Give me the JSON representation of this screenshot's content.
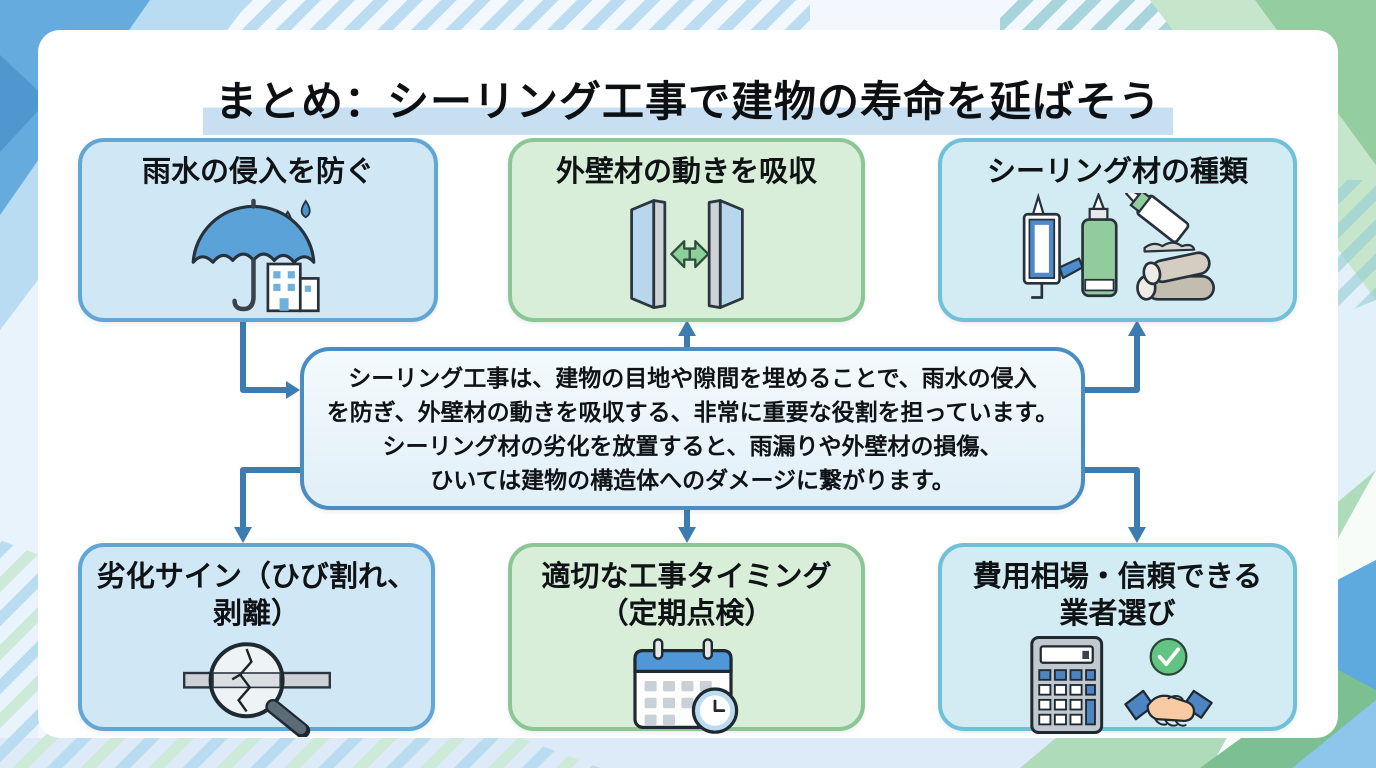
{
  "title": "まとめ：シーリング工事で建物の寿命を延ばそう",
  "cards": [
    {
      "label": "雨水の侵入を防ぐ",
      "icon": "umbrella-rain"
    },
    {
      "label": "外壁材の動きを吸収",
      "icon": "wall-panels-arrows"
    },
    {
      "label": "シーリング材の種類",
      "icon": "sealant-materials"
    },
    {
      "label": "劣化サイン（ひび割れ、",
      "label2": "剥離）",
      "icon": "magnifier-crack"
    },
    {
      "label": "適切な工事タイミング",
      "label2": "（定期点検）",
      "icon": "calendar-clock"
    },
    {
      "label": "費用相場・信頼できる",
      "label2": "業者選び",
      "icon": "calculator-handshake"
    }
  ],
  "summary": {
    "lines": [
      "シーリング工事は、建物の目地や隙間を埋めることで、雨水の侵入",
      "を防ぎ、外壁材の動きを吸収する、非常に重要な役割を担っています。",
      "シーリング材の劣化を放置すると、雨漏りや外壁材の損傷、",
      "ひいては建物の構造体へのダメージに繋がります。"
    ]
  },
  "colors": {
    "arrow": "#3d7cb1",
    "title_highlight": "#c8dff1",
    "card_blue_fill": "#d0e7f6",
    "card_blue_border": "#62a6d5",
    "card_green_fill": "#d8eed8",
    "card_green_border": "#8bc795",
    "card_cyan_fill": "#d3ebf2",
    "card_cyan_border": "#6fc0d8",
    "summary_border": "#4b8dc2"
  }
}
